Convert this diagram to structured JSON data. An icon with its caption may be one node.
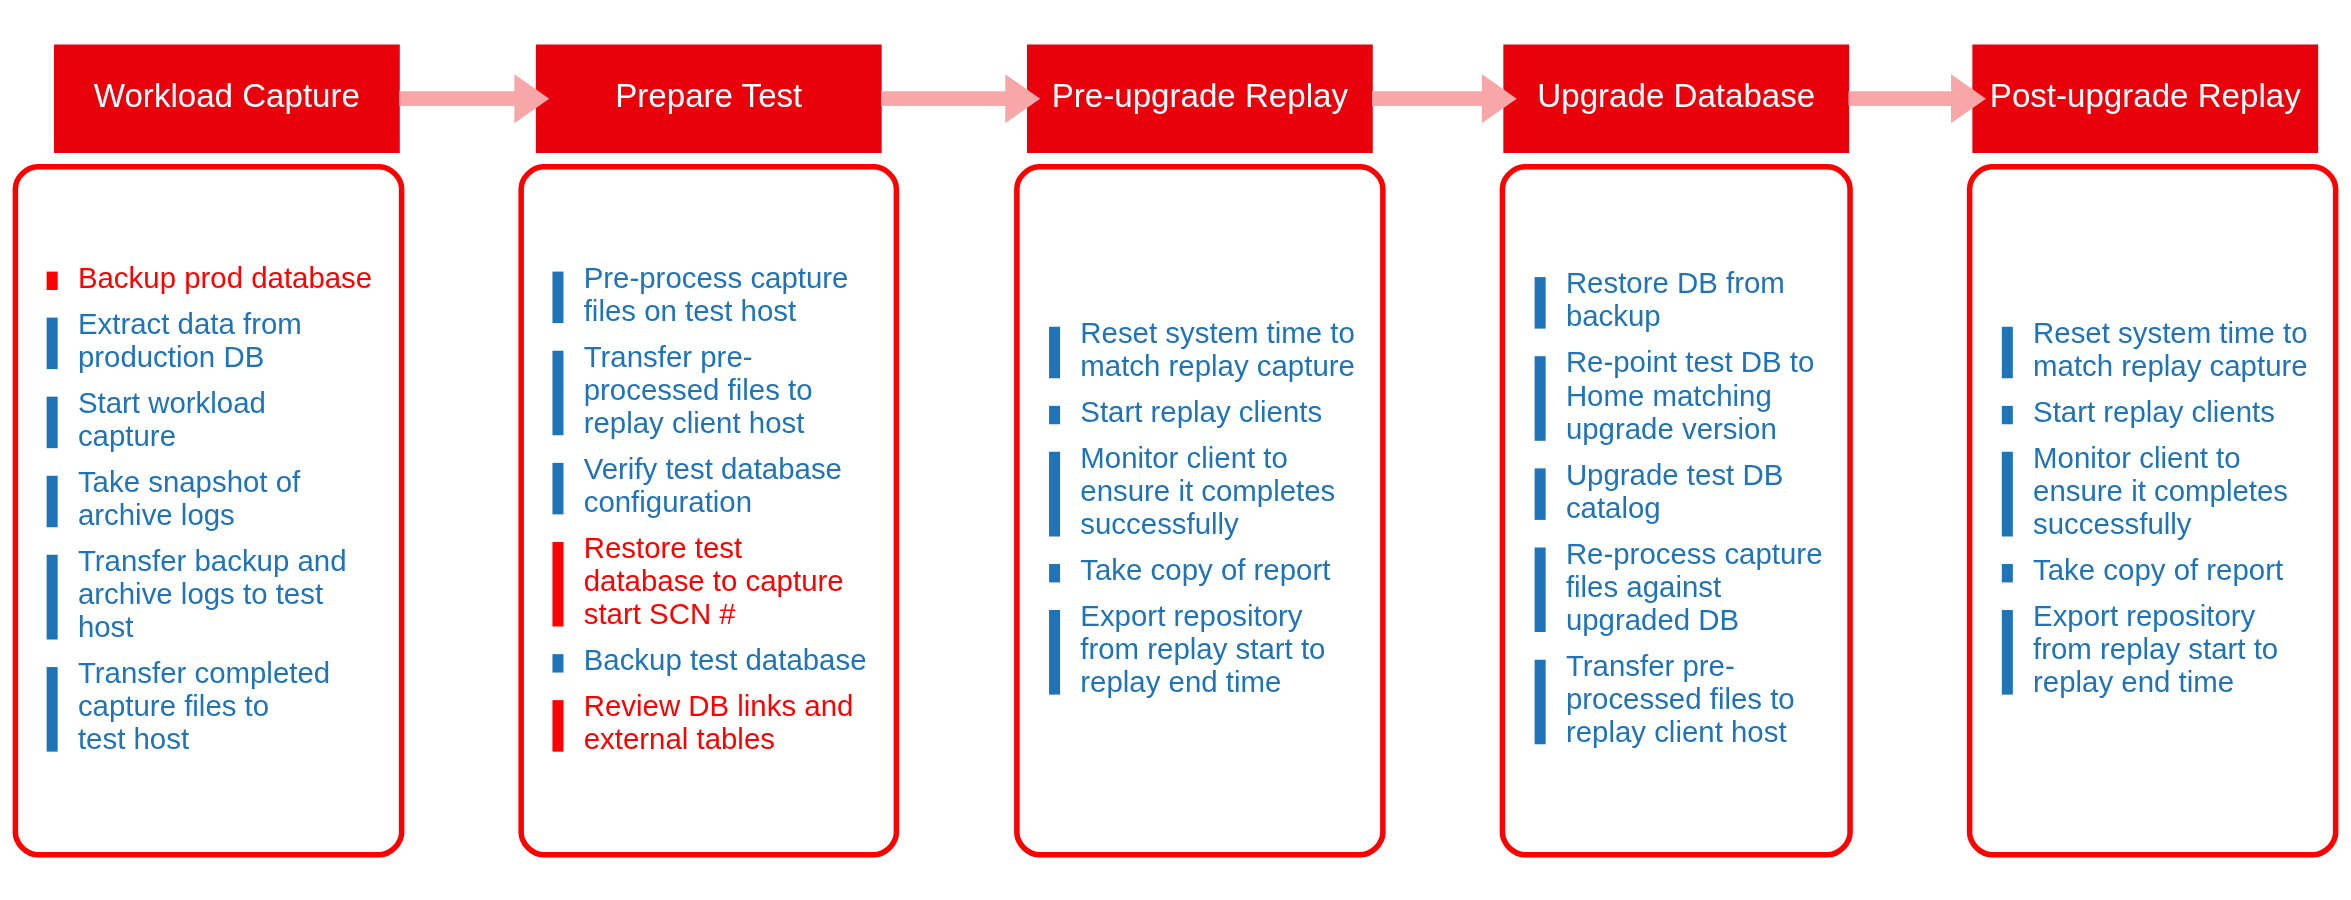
{
  "diagram": {
    "nodes": [
      {
        "text": [
          "Workload Capture"
        ]
      },
      {
        "text": [
          "Backup prod database",
          "Extract data from production DB",
          "Start workload capture",
          "Take snapshot of archive logs",
          "Transfer backup and archive logs to test host",
          "Transfer completed capture files to test host"
        ]
      },
      {
        "text": [
          "Prepare Test"
        ]
      },
      {
        "text": [
          "Pre-process capture files on test host",
          "Transfer pre-processed files to replay client host",
          "Verify test database configuration",
          "Restore test database to capture start SCN #",
          "Backup test database",
          "Review DB links and external tables"
        ]
      },
      {
        "text": [
          "Pre-upgrade Replay"
        ]
      },
      {
        "text": [
          "Reset system time to match replay capture",
          "Start replay clients",
          "Monitor client to ensure it completes successfully",
          "Take copy of report",
          "Export repository from replay start to replay end time"
        ]
      },
      {
        "text": [
          "Upgrade Database"
        ]
      },
      {
        "text": [
          "Restore DB from backup",
          "Re-point test DB to Home matching upgrade version",
          "Upgrade test DB catalog",
          "Re-process capture files against upgraded DB",
          "Transfer pre-processed files to replay client host"
        ]
      },
      {
        "text": [
          "Post-upgrade Replay"
        ]
      },
      {
        "text": [
          "Reset system time to match replay capture",
          "Start replay clients",
          "Monitor client to ensure it completes successfully",
          "Take copy of report",
          "Export repository from replay start to replay end time"
        ]
      }
    ],
    "edges": [
      {
        "from": 0,
        "to": 2,
        "arrow": "to"
      },
      {
        "from": 2,
        "to": 4,
        "arrow": "to"
      },
      {
        "from": 4,
        "to": 6,
        "arrow": "to"
      },
      {
        "from": 6,
        "to": 8,
        "arrow": "to"
      }
    ]
  }
}
